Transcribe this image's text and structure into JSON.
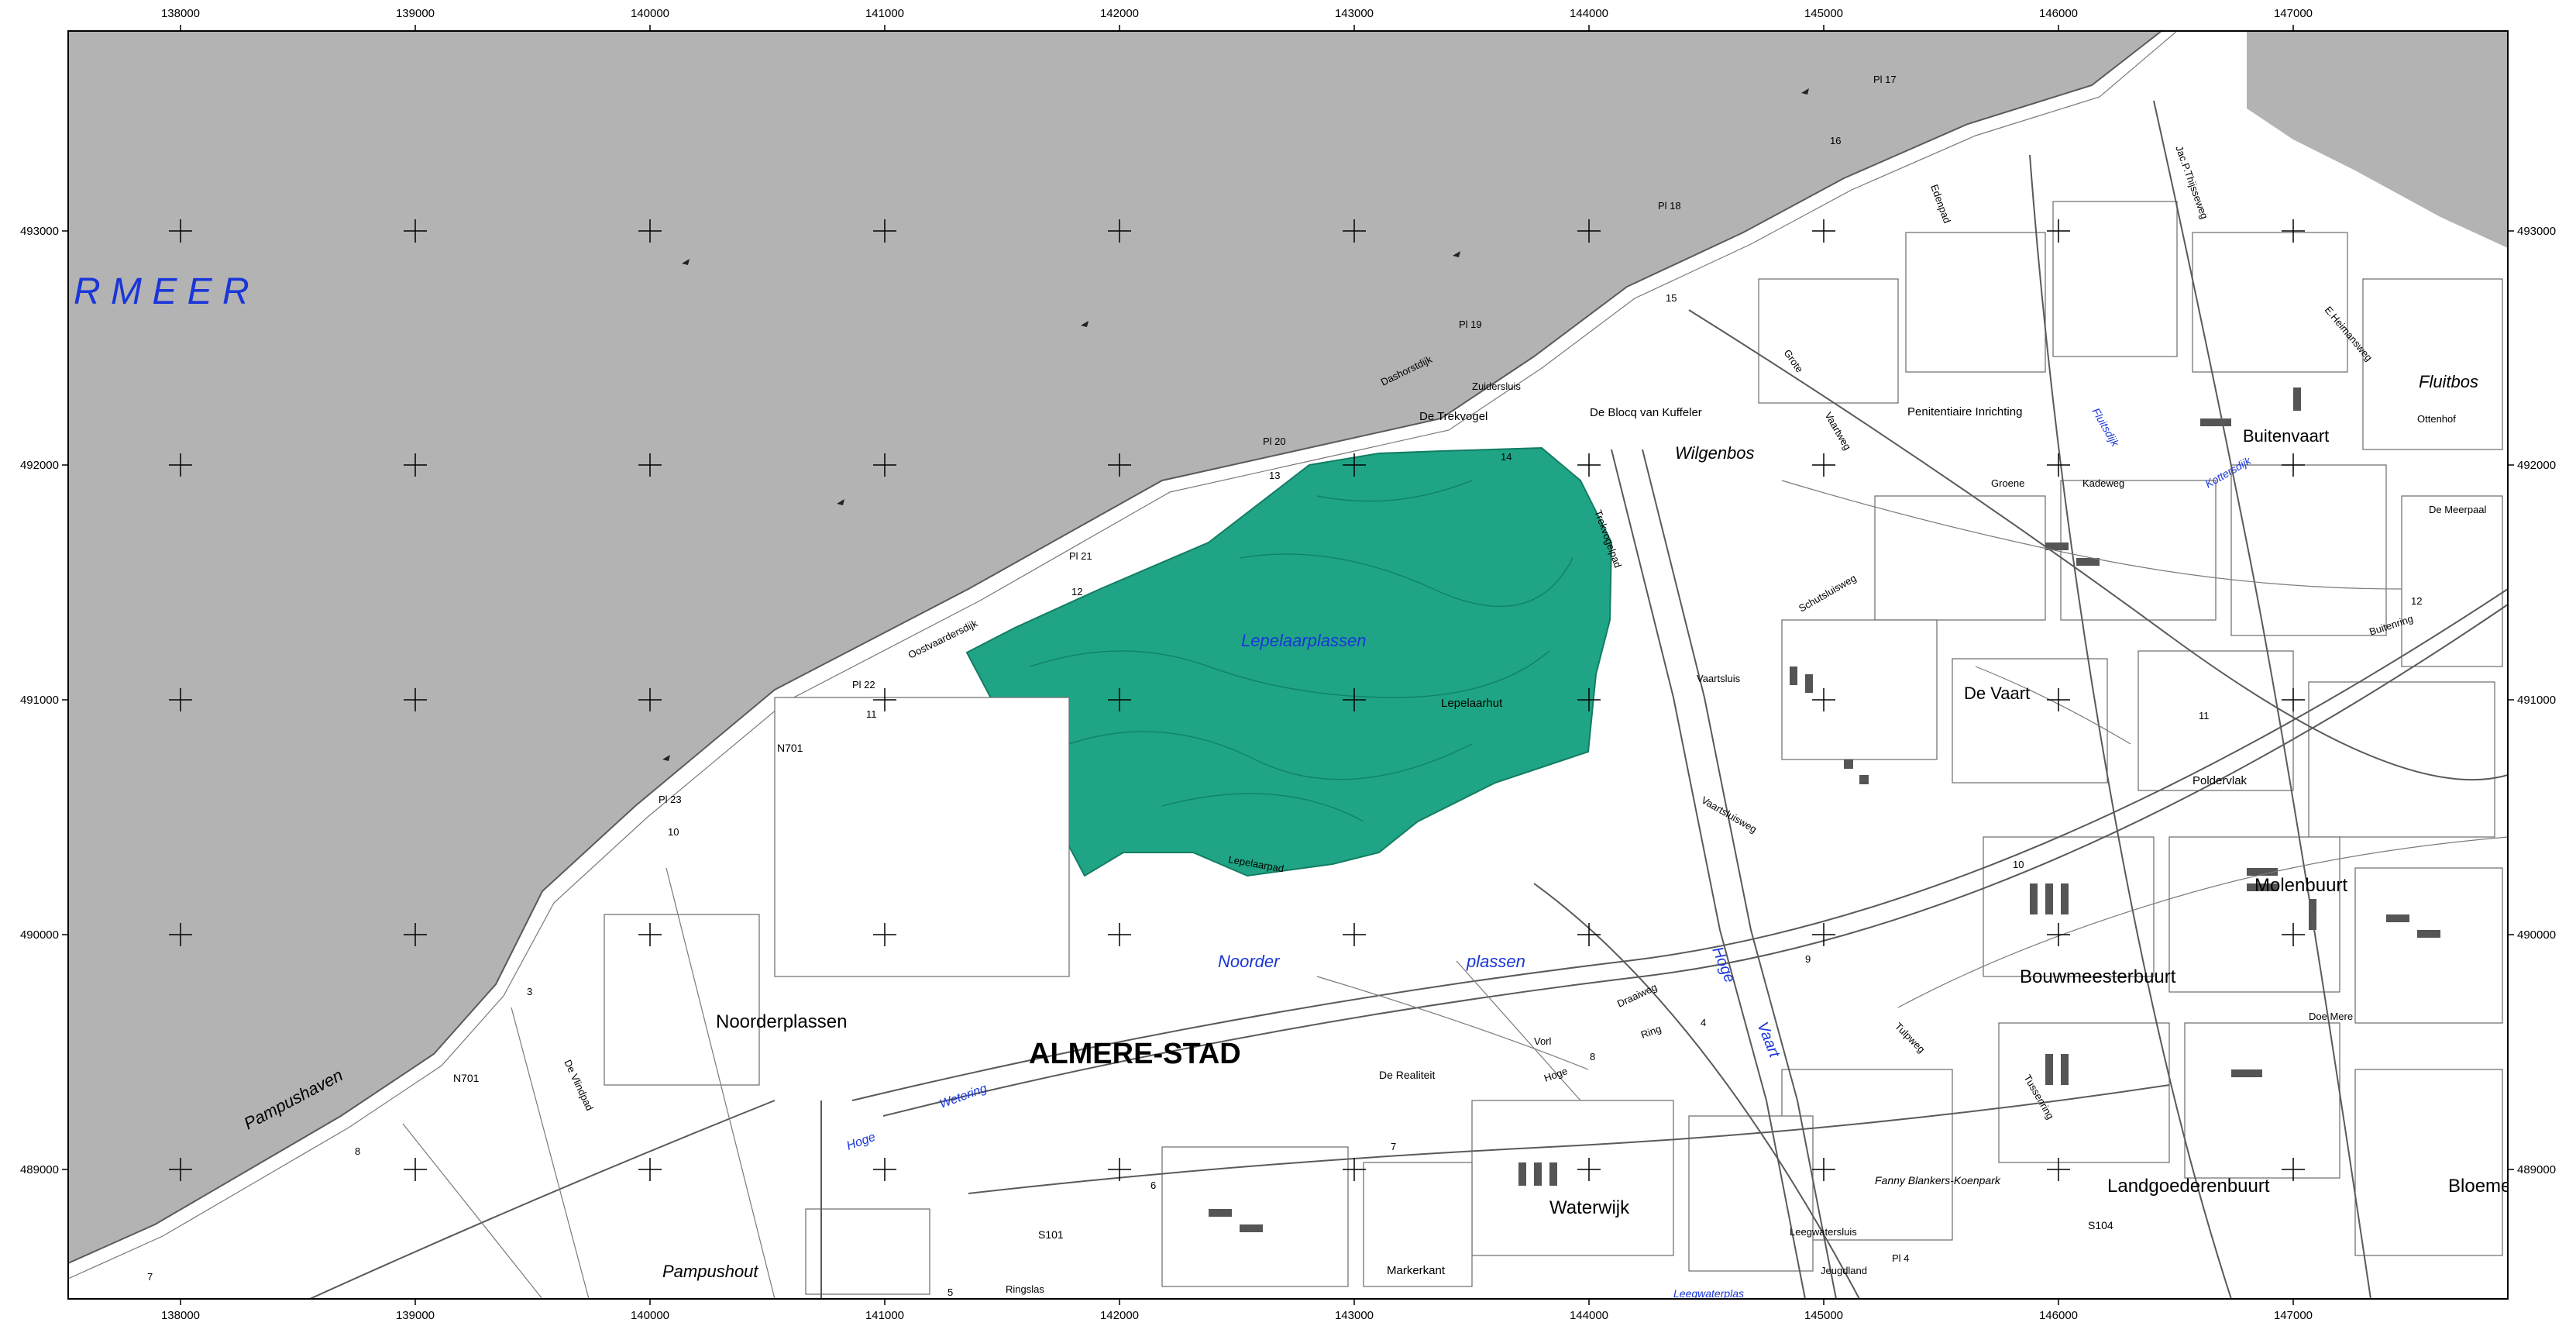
{
  "map": {
    "colors": {
      "water": "#b3b3b3",
      "park": "#1fa585",
      "land": "#ffffff",
      "road": "#5a5a5a",
      "water_label": "#1a36d8"
    },
    "x_ticks": [
      "138000",
      "139000",
      "140000",
      "141000",
      "142000",
      "143000",
      "144000",
      "145000",
      "146000",
      "147000"
    ],
    "y_ticks": [
      "493000",
      "492000",
      "491000",
      "490000",
      "489000"
    ],
    "labels": {
      "city": "ALMERE-STAD",
      "lake": "R M E E R",
      "lepelaarplassen": "Lepelaarplassen",
      "noorder": "Noorder",
      "plassen": "plassen",
      "wilgenbos": "Wilgenbos",
      "noorderplassen": "Noorderplassen",
      "pampushaven": "Pampushaven",
      "pampushout": "Pampushout",
      "de_vaart": "De Vaart",
      "bouwmeesterbuurt": "Bouwmeesterbuurt",
      "molenbuurt": "Molenbuurt",
      "waterwijk": "Waterwijk",
      "landgoederenbuurt": "Landgoederenbuurt",
      "bloeme": "Bloeme",
      "buitenvaart": "Buitenvaart",
      "fluitbos": "Fluitbos",
      "penitentiaire": "Penitentiaire Inrichting",
      "de_trekvogel": "De Trekvogel",
      "zuidersluis": "Zuidersluis",
      "de_blocq": "De Blocq van Kuffeler",
      "lepelaarhut": "Lepelaarhut",
      "lepelaarpad": "Lepelaarpad",
      "trekvogelpad": "Trekvogelpad",
      "oostvaardersdijk": "Oostvaardersdijk",
      "dashorstdijk": "Dashorstdijk",
      "hoge_vaart_1": "Hoge",
      "hoge_vaart_2": "Vaart",
      "hoge": "Hoge",
      "wetering": "Wetering",
      "de_realiteit": "De Realiteit",
      "vaartsluis": "Vaartsluis",
      "vaartsluisweg": "Vaartsluisweg",
      "polderviak": "Poldervlak",
      "ottenhof": "Ottenhof",
      "de_meerpaal": "De Meerpaal",
      "doe_mere": "Doe Mere",
      "fanny": "Fanny Blankers-Koenpark",
      "leegwatersluis": "Leegwatersluis",
      "markerkant": "Markerkant",
      "jeugdland": "Jeugdland",
      "kadeweg": "Kadeweg",
      "groene": "Groene",
      "buitenring": "Buitenring",
      "kottersdijk": "Kottersdijk",
      "fluitsdijk": "Fluitsdijk",
      "grote": "Grote",
      "vaartweg": "Vaartweg",
      "schutsluisweg": "Schutsluisweg",
      "draaiweg": "Draaiweg",
      "ring": "Ring",
      "vorl": "Vorl",
      "hoge2": "Hoge",
      "tussenring": "Tussenring",
      "tulpweg": "Tulpweg",
      "de_vlindpad": "De Vlindpad",
      "edenpad": "Edenpad",
      "jac_thijsseweg": "Jac.P.Thijsseweg",
      "e_heimansweg": "E.Heimansweg",
      "n701": "N701",
      "n701_b": "N701",
      "s101": "S101",
      "s104": "S104",
      "ringslas": "Ringslas",
      "leegwatersloot": "Leegwaterplas"
    },
    "markers": {
      "pl17": "Pl 17",
      "pl18": "Pl 18",
      "pl19": "Pl 19",
      "pl20": "Pl 20",
      "pl21": "Pl 21",
      "pl22": "Pl 22",
      "pl23": "Pl 23",
      "pl4": "Pl 4",
      "n16": "16",
      "n15": "15",
      "n14": "14",
      "n13": "13",
      "n12": "12",
      "n11": "11",
      "n10": "10",
      "n9": "9",
      "n8": "8",
      "n7": "7",
      "n6": "6",
      "n5": "5",
      "n4": "4",
      "n3": "3",
      "n11b": "11",
      "n10b": "10",
      "n12b": "12",
      "n8b": "8",
      "n7b": "7"
    }
  }
}
